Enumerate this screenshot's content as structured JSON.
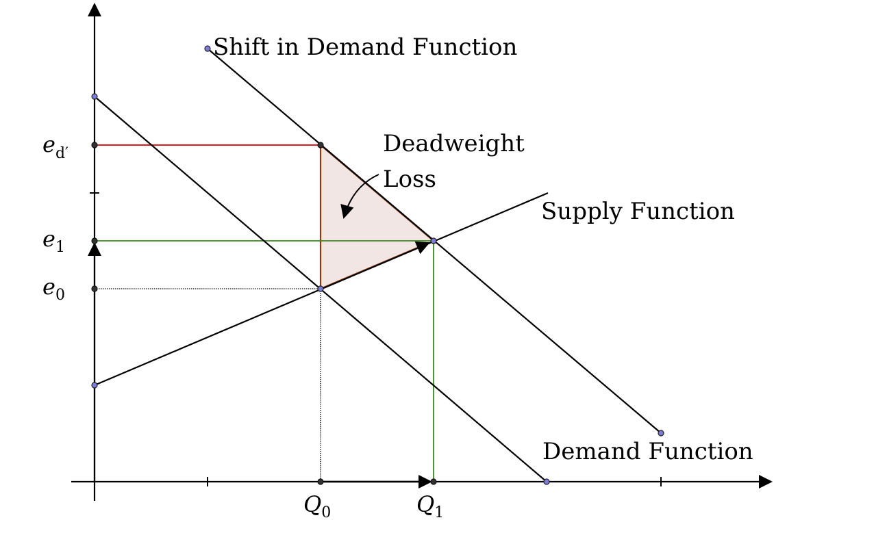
{
  "labels": {
    "shift_demand": "Shift in Demand Function",
    "deadweight_line1": "Deadweight",
    "deadweight_line2": "Loss",
    "supply": "Supply Function",
    "demand": "Demand Function"
  },
  "price_labels": {
    "ed_prime": {
      "base": "e",
      "sub": "d′"
    },
    "e1": {
      "base": "e",
      "sub": "1"
    },
    "e0": {
      "base": "e",
      "sub": "0"
    }
  },
  "quantity_labels": {
    "q0": {
      "base": "Q",
      "sub": "0"
    },
    "q1": {
      "base": "Q",
      "sub": "1"
    }
  },
  "colors": {
    "axis": "#000000",
    "curve": "#000000",
    "ed_prime_guide": "#d42020",
    "e1_guide": "#3a8a1e",
    "deadweight_edge": "#8b3a0e",
    "deadweight_fill": "#f1e6e4",
    "point_fill": "#7b7bd8",
    "point_dark": "#333333"
  }
}
